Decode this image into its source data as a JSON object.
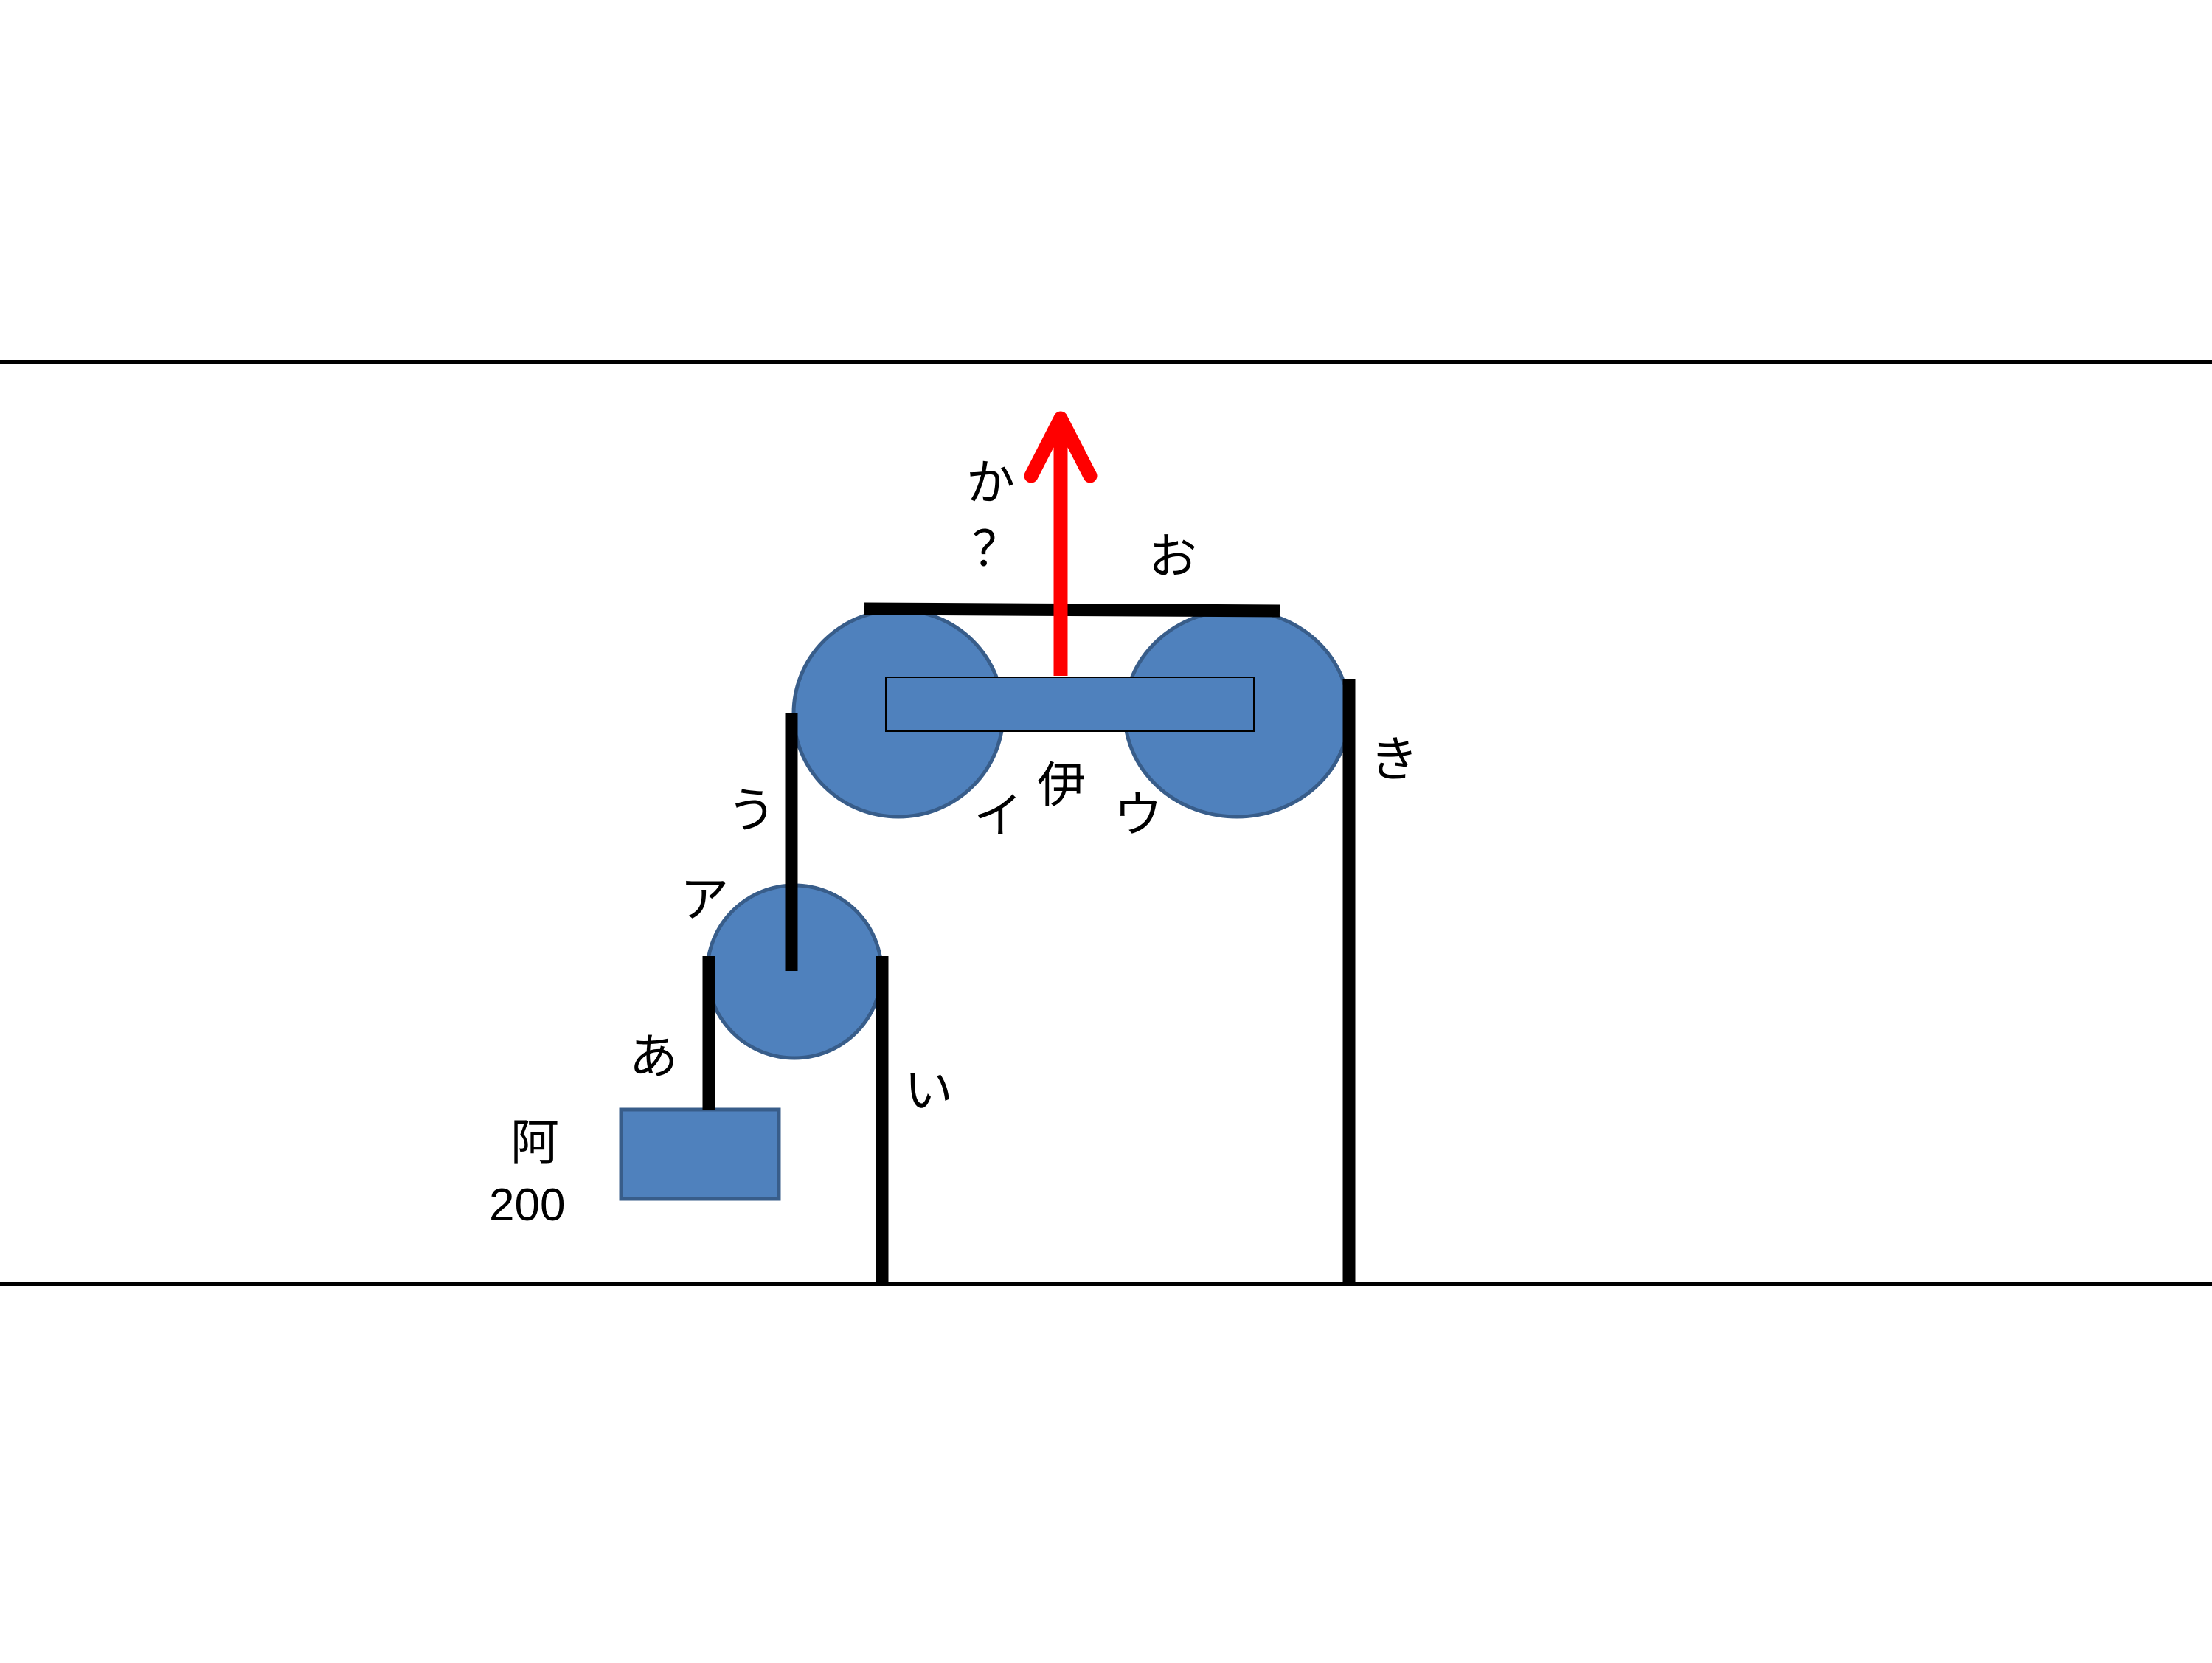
{
  "colors": {
    "pulley_fill": "#4f81bd",
    "pulley_stroke": "#385d8a",
    "rope": "#000000",
    "force_arrow": "#ff0000",
    "background": "#ffffff"
  },
  "labels": {
    "rope_a": "あ",
    "rope_i": "い",
    "rope_u": "う",
    "rope_o": "お",
    "rope_ka": "か",
    "rope_ki": "き",
    "unknown_force": "？",
    "pulley_a": "ア",
    "pulley_i": "イ",
    "pulley_u": "ウ",
    "block_i": "伊",
    "weight_name": "阿",
    "weight_value": "200"
  }
}
